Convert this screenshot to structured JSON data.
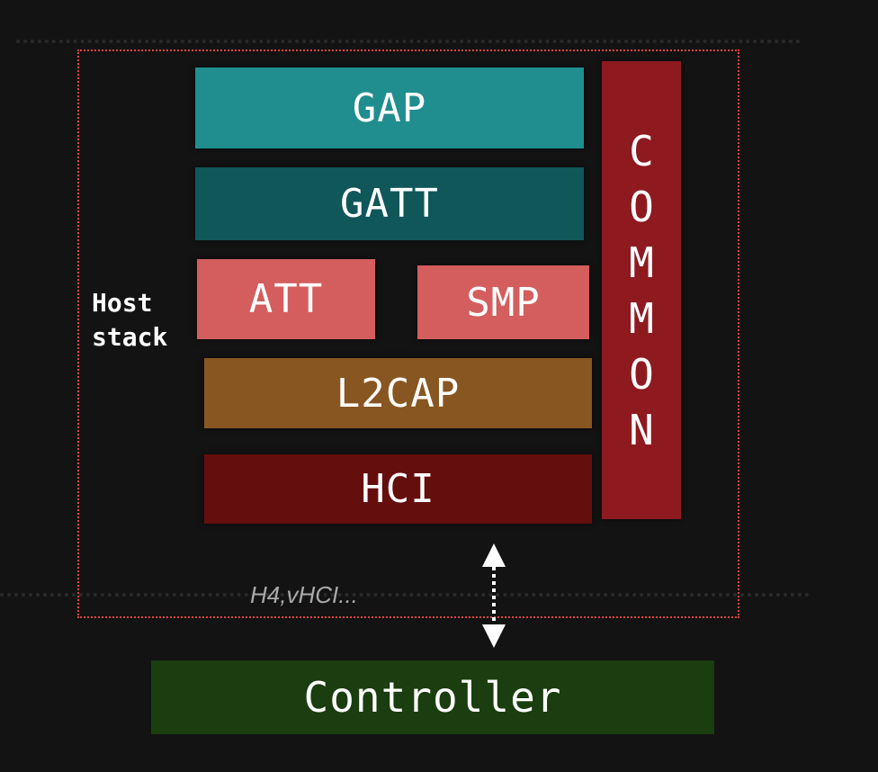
{
  "layers": {
    "gap": "GAP",
    "gatt": "GATT",
    "att": "ATT",
    "smp": "SMP",
    "l2cap": "L2CAP",
    "hci": "HCI"
  },
  "common_letters": [
    "C",
    "O",
    "M",
    "M",
    "O",
    "N"
  ],
  "host_label": "Host\nstack",
  "transport_label": "H4,vHCI...",
  "controller": "Controller",
  "colors": {
    "background": "#131313",
    "gap": "#208d8e",
    "gatt": "#10575a",
    "att": "#d45e5e",
    "smp": "#d45e5e",
    "l2cap": "#885621",
    "hci": "#650e0e",
    "common": "#8e1a20",
    "controller": "#1a3e0f",
    "host_border": "#e0443e",
    "transport_text": "#a9a9a9"
  }
}
